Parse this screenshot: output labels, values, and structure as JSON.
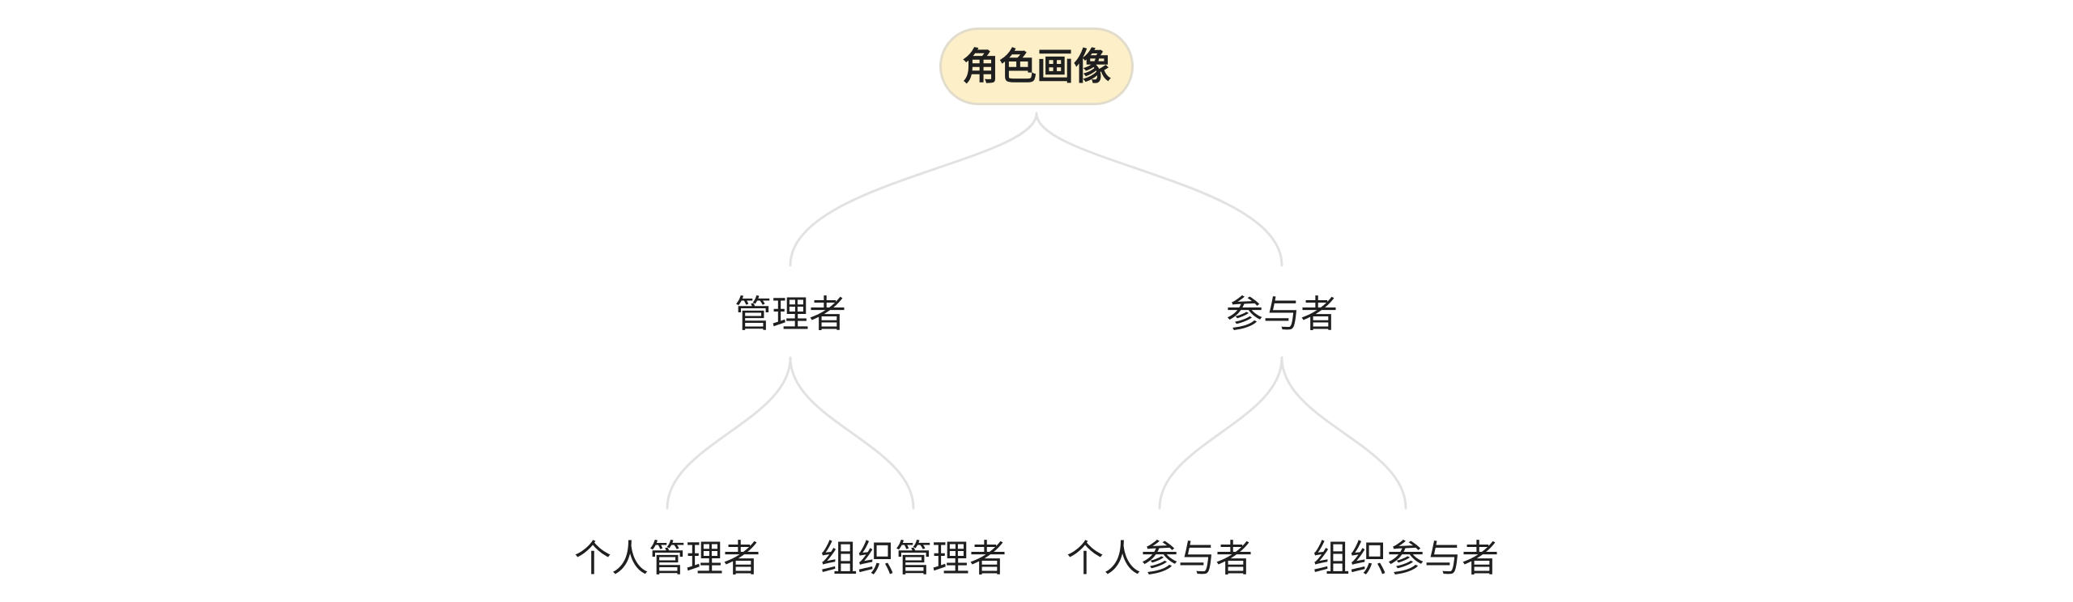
{
  "diagram": {
    "type": "tree",
    "colors": {
      "root_fill": "#fdf0c8",
      "root_border": "#e2dccd",
      "edge": "#e2e2e2",
      "text": "#1f1f1f"
    },
    "root": {
      "label": "角色画像",
      "children": [
        {
          "label": "管理者",
          "children": [
            {
              "label": "个人管理者"
            },
            {
              "label": "组织管理者"
            }
          ]
        },
        {
          "label": "参与者",
          "children": [
            {
              "label": "个人参与者"
            },
            {
              "label": "组织参与者"
            }
          ]
        }
      ]
    }
  }
}
